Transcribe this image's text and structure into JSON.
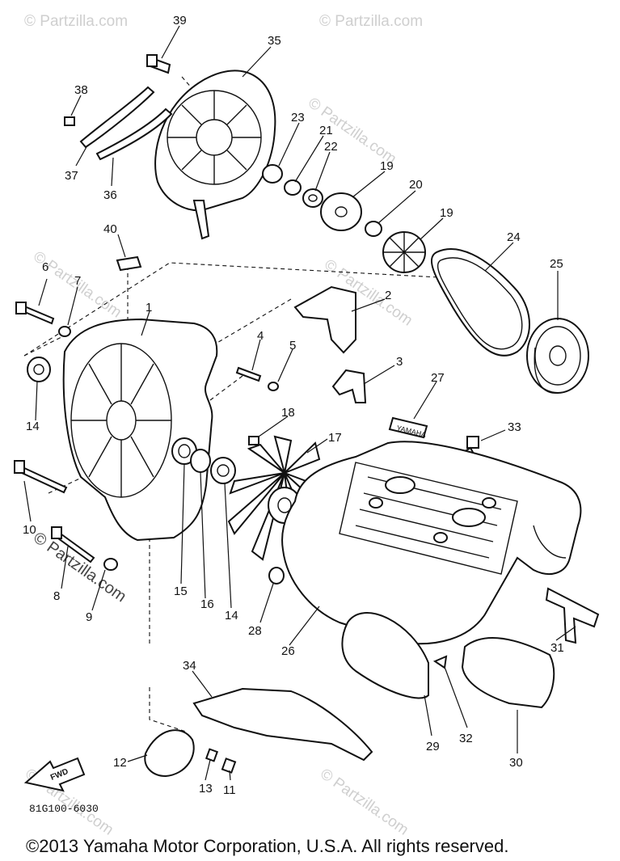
{
  "diagram": {
    "drawing_code": "81G100-6030",
    "copyright": "©2013 Yamaha Motor Corporation, U.S.A. All rights reserved.",
    "direction_label": "FWD",
    "decal_text": "YAMAHA",
    "watermark": "© Partzilla.com",
    "callouts": {
      "c39": "39",
      "c35": "35",
      "c38": "38",
      "c37": "37",
      "c36": "36",
      "c23": "23",
      "c21": "21",
      "c22": "22",
      "c19a": "19",
      "c20": "20",
      "c19b": "19",
      "c24": "24",
      "c25": "25",
      "c40": "40",
      "c6": "6",
      "c7": "7",
      "c2": "2",
      "c4": "4",
      "c5": "5",
      "c3": "3",
      "c27": "27",
      "c1": "1",
      "c14a": "14",
      "c18": "18",
      "c17": "17",
      "c33": "33",
      "c10": "10",
      "c8": "8",
      "c9": "9",
      "c15": "15",
      "c16": "16",
      "c14b": "14",
      "c28": "28",
      "c26": "26",
      "c31": "31",
      "c34": "34",
      "c12": "12",
      "c13": "13",
      "c11": "11",
      "c29": "29",
      "c32": "32",
      "c30": "30"
    }
  }
}
